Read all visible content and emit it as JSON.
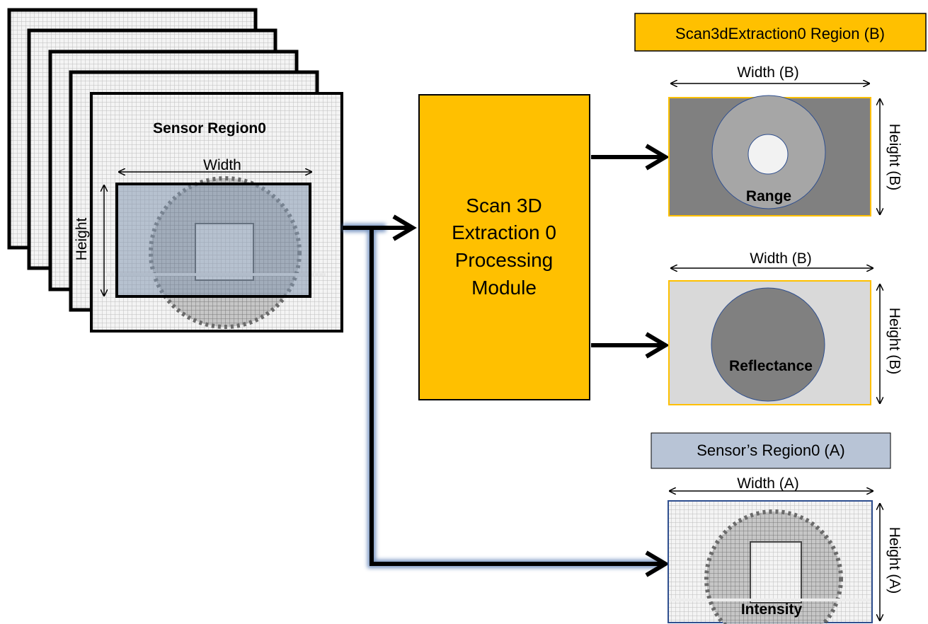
{
  "sensor": {
    "title": "Sensor Region0",
    "width_label": "Width",
    "height_label": "Height"
  },
  "module": {
    "line1": "Scan 3D",
    "line2": "Extraction 0",
    "line3": "Processing",
    "line4": "Module"
  },
  "region_b": {
    "header": "Scan3dExtraction0 Region (B)",
    "range": {
      "width_label": "Width (B)",
      "height_label": "Height (B)",
      "label": "Range"
    },
    "reflectance": {
      "width_label": "Width (B)",
      "height_label": "Height (B)",
      "label": "Reflectance"
    }
  },
  "region_a": {
    "header": "Sensor’s Region0 (A)",
    "intensity": {
      "width_label": "Width (A)",
      "height_label": "Height (A)",
      "label": "Intensity"
    }
  },
  "colors": {
    "module_fill": "#ffc000",
    "region_b_header_fill": "#ffc000",
    "region_a_header_fill": "#b8c4d6",
    "range_bg": "#808080",
    "range_ring": "#a6a6a6",
    "range_core": "#f2f2f2",
    "reflectance_bg": "#d9d9d9",
    "reflectance_disc": "#808080",
    "roi_fill": "#8497b0"
  }
}
